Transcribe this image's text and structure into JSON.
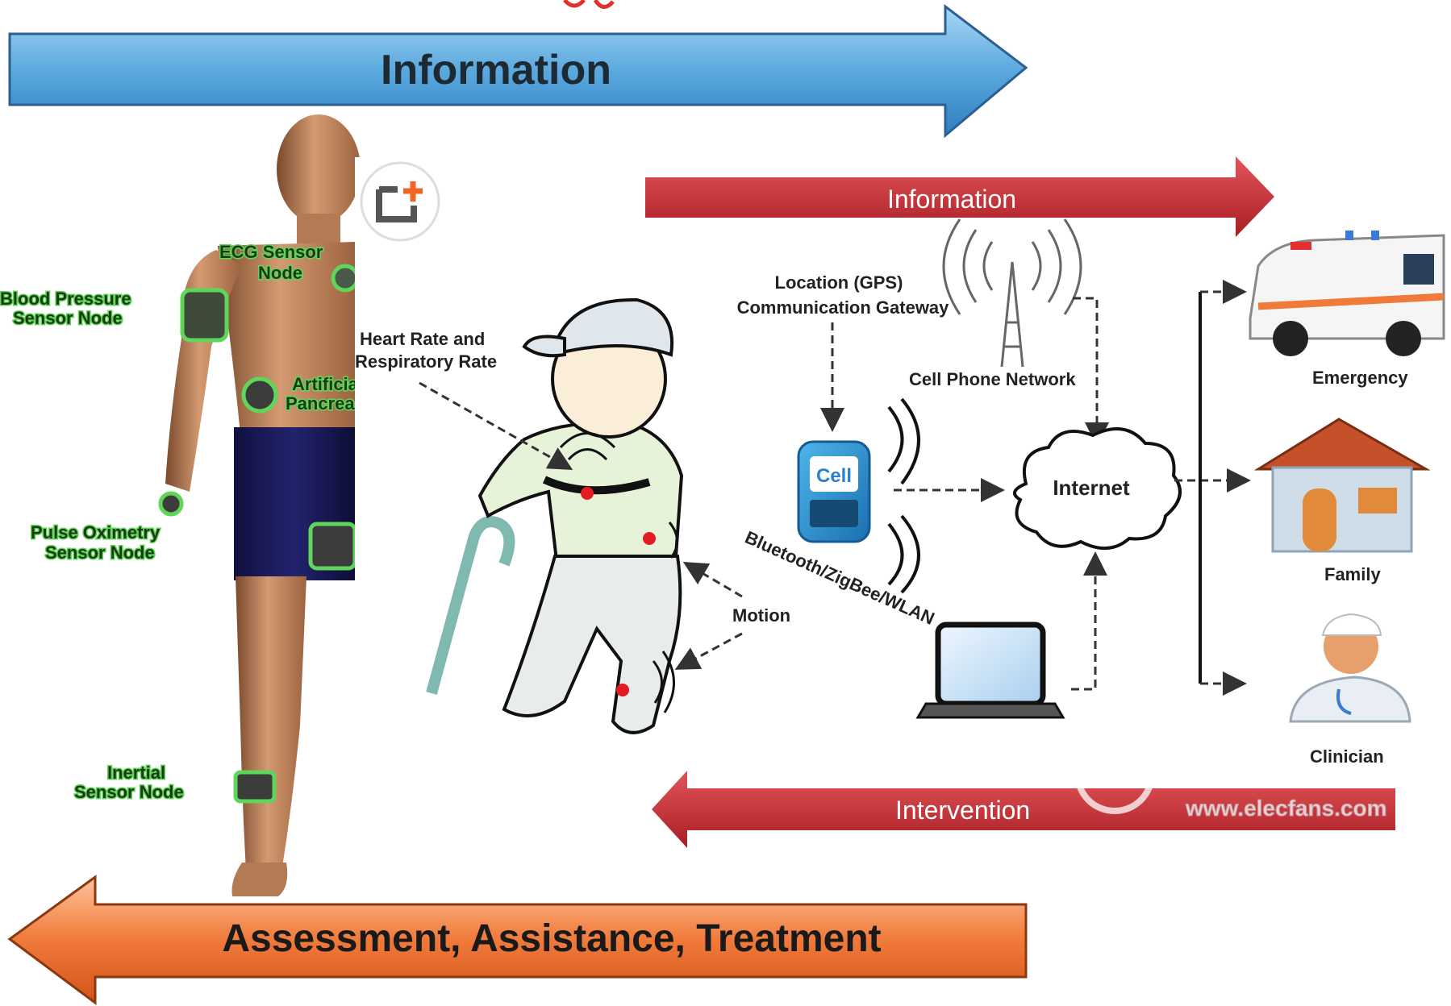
{
  "banners": {
    "top_info": "Information",
    "red_info": "Information",
    "intervention": "Intervention",
    "assessment": "Assessment, Assistance, Treatment"
  },
  "body_labels": {
    "ecg_1": "ECG Sensor",
    "ecg_2": "Node",
    "bp_1": "Blood Pressure",
    "bp_2": "Sensor Node",
    "pancreas_1": "Artificial",
    "pancreas_2": "Pancreas",
    "pulse_1": "Pulse Oximetry",
    "pulse_2": "Sensor Node",
    "inertial_1": "Inertial",
    "inertial_2": "Sensor Node"
  },
  "network_labels": {
    "heart_1": "Heart Rate and",
    "heart_2": "Respiratory Rate",
    "gps_1": "Location (GPS)",
    "gps_2": "Communication Gateway",
    "cell_network": "Cell Phone Network",
    "phone": "Cell",
    "internet": "Internet",
    "bluetooth": "Bluetooth/ZigBee/WLAN",
    "motion": "Motion",
    "emergency": "Emergency",
    "family": "Family",
    "clinician": "Clinician"
  },
  "watermark": {
    "site": "www.elecfans.com"
  },
  "colors": {
    "blue_arrow": "#5aa9de",
    "red_arrow": "#c0272d",
    "orange_arrow": "#f07a3a",
    "sensor_glow": "#5fd65a",
    "plus_badge": "#f26522"
  },
  "icons": [
    "plus-badge-icon",
    "ambulance-icon",
    "house-icon",
    "doctor-icon",
    "laptop-icon",
    "cell-tower-icon",
    "cloud-icon",
    "phone-icon"
  ]
}
